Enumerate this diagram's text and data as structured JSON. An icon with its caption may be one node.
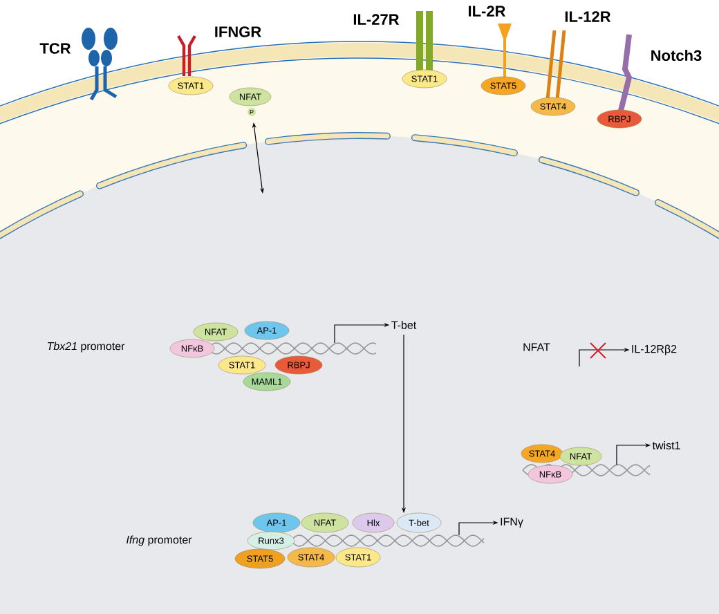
{
  "diagram": {
    "nodes": [
      {
        "text": [
          "STAT1"
        ]
      },
      {
        "text": [
          "NFAT",
          "P"
        ]
      },
      {
        "text": [
          "STAT1"
        ]
      },
      {
        "text": [
          "STAT5"
        ]
      },
      {
        "text": [
          "STAT4"
        ]
      },
      {
        "text": [
          "RBPJ"
        ]
      },
      {
        "text": [
          "NFAT"
        ]
      },
      {
        "text": [
          "AP-1"
        ]
      },
      {
        "text": [
          "NFκB"
        ]
      },
      {
        "text": [
          "STAT1"
        ]
      },
      {
        "text": [
          "RBPJ"
        ]
      },
      {
        "text": [
          "MAML1"
        ]
      },
      {
        "text": [
          "T-bet"
        ]
      },
      {
        "text": [
          "IL-12Rβ2"
        ]
      },
      {
        "text": [
          "STAT4"
        ]
      },
      {
        "text": [
          "NFAT"
        ]
      },
      {
        "text": [
          "NFκB"
        ]
      },
      {
        "text": [
          "twist1"
        ]
      },
      {
        "text": [
          "AP-1"
        ]
      },
      {
        "text": [
          "NFAT"
        ]
      },
      {
        "text": [
          "Hlx"
        ]
      },
      {
        "text": [
          "T-bet"
        ]
      },
      {
        "text": [
          "Runx3"
        ]
      },
      {
        "text": [
          "STAT5"
        ]
      },
      {
        "text": [
          "STAT4"
        ]
      },
      {
        "text": [
          "STAT1"
        ]
      },
      {
        "text": [
          "IFNγ"
        ]
      }
    ],
    "edges": [
      {
        "from": 1,
        "to": null,
        "arrow": "both"
      },
      {
        "from": null,
        "to": 12,
        "arrow": "to"
      },
      {
        "from": 12,
        "to": 21,
        "arrow": "to"
      },
      {
        "from": null,
        "to": 13,
        "arrow": "to"
      },
      {
        "from": null,
        "to": 17,
        "arrow": "to"
      },
      {
        "from": null,
        "to": 26,
        "arrow": "to"
      }
    ],
    "labels": [
      "TCR",
      "IFNGR",
      "IL-27R",
      "IL-2R",
      "IL-12R",
      "Notch3",
      "*Tbx21* promoter",
      "NFAT",
      "*Ifng* promoter"
    ]
  }
}
